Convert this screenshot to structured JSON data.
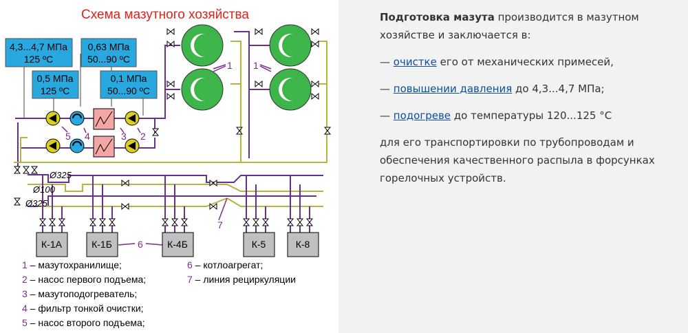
{
  "diagram": {
    "title": "Схема мазутного хозяйства",
    "param_boxes": [
      {
        "line1": "4,3...4,7 МПа",
        "line2": "125 ºС"
      },
      {
        "line1": "0,63 МПа",
        "line2": "50...90 ºС"
      },
      {
        "line1": "0,5 МПа",
        "line2": "125 ºС"
      },
      {
        "line1": "0,1 МПа",
        "line2": "50...90 ºС"
      }
    ],
    "pipe_labels": {
      "d325_top": "Ø325",
      "d100": "Ø100",
      "d325_bottom": "Ø325"
    },
    "callouts": {
      "n1a": "1",
      "n1b": "1",
      "n2": "2",
      "n3": "3",
      "n4": "4",
      "n5": "5",
      "n6": "6",
      "n7": "7"
    },
    "boilers": [
      "К-1А",
      "К-1Б",
      "К-4Б",
      "К-5",
      "К-8"
    ],
    "legend_left": [
      {
        "num": "1",
        "text": " – мазутохранилище;"
      },
      {
        "num": "2",
        "text": " – насос первого подъема;"
      },
      {
        "num": "3",
        "text": " – мазутоподогреватель;"
      },
      {
        "num": "4",
        "text": " – фильтр тонкой очистки;"
      },
      {
        "num": "5",
        "text": " – насос второго подъема;"
      }
    ],
    "legend_right": [
      {
        "num": "6",
        "text": " – котлоагрегат;"
      },
      {
        "num": "7",
        "text": " – линия рециркуляции"
      }
    ],
    "colors": {
      "title": "#e0201b",
      "box_fill": "#29a8e0",
      "tank_fill": "#3db54a",
      "heater_fill": "#f4a5a5",
      "boiler_fill": "#c0c0c0",
      "line_purple": "#6a2d91",
      "line_olive": "#b5b53d",
      "callout": "#7b2a8c",
      "legend_num": "#7b2a8c"
    }
  },
  "text": {
    "intro_bold": "Подготовка мазута",
    "intro_rest": " производится в мазутном хозяйстве и заключается в:",
    "items": [
      {
        "dash": "— ",
        "link": "очистке",
        "rest": "  его от механических примесей,"
      },
      {
        "dash": "— ",
        "link": "повышении давления",
        "rest": " до 4,3...4,7 МПа;"
      },
      {
        "dash": "— ",
        "link": "подогреве",
        "rest": " до температуры 120...125 °С"
      }
    ],
    "outro": "для его транспортировки по трубопроводам и обеспечения качественного распыла в форсунках горелочных устройств."
  }
}
